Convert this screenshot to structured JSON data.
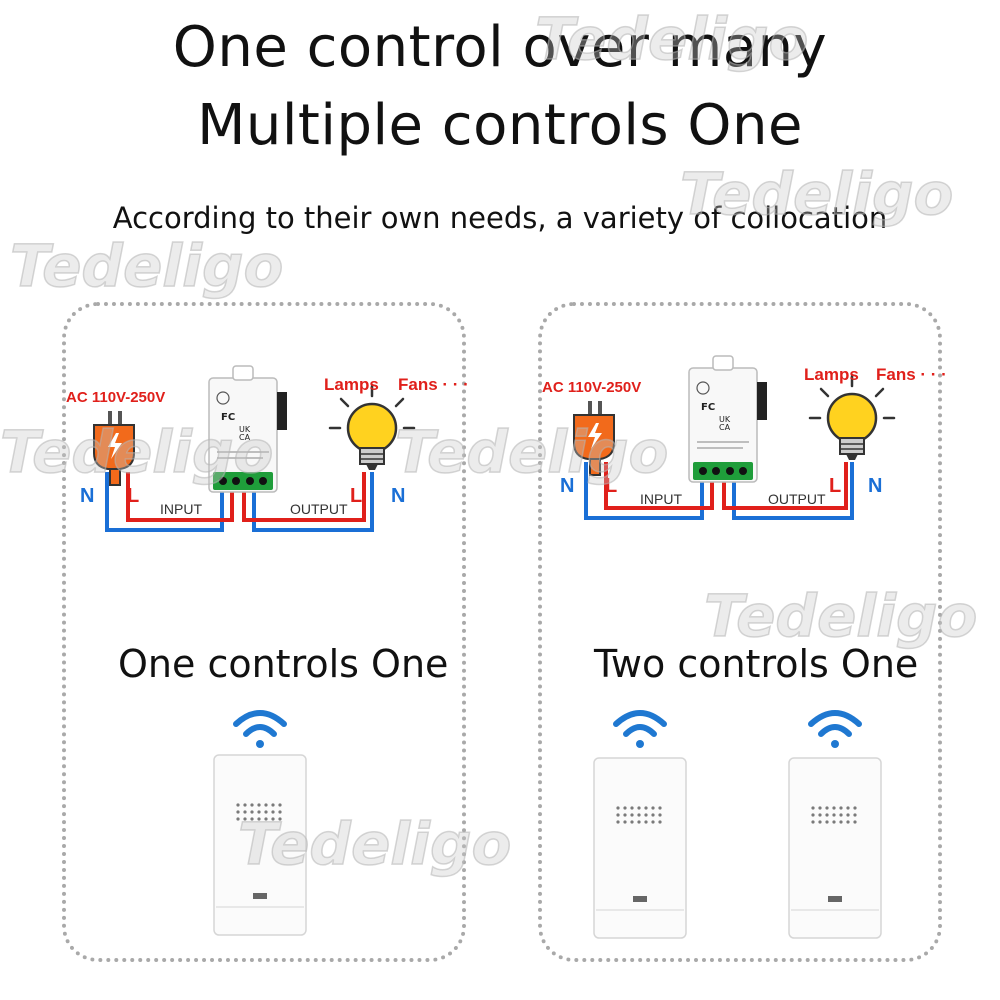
{
  "header": {
    "line1": "One control over many",
    "line2": "Multiple controls One",
    "subtitle": "According to their own needs, a variety of collocation"
  },
  "watermark": "Tedeligo",
  "diagram": {
    "ac_label": "AC 110V-250V",
    "lamps_label": "Lamps",
    "fans_label": "Fans · · ·",
    "input_label": "INPUT",
    "output_label": "OUTPUT",
    "n_label": "N",
    "l_label": "L"
  },
  "panels": {
    "left_title": "One controls One",
    "right_title": "Two controls One"
  },
  "colors": {
    "live_wire": "#e0201b",
    "neutral_wire": "#1a6fd6",
    "plug_orange": "#f26a1b",
    "bulb_yellow": "#ffd21f",
    "terminal_green": "#1f9d3a",
    "wifi_blue": "#1f78d1"
  }
}
